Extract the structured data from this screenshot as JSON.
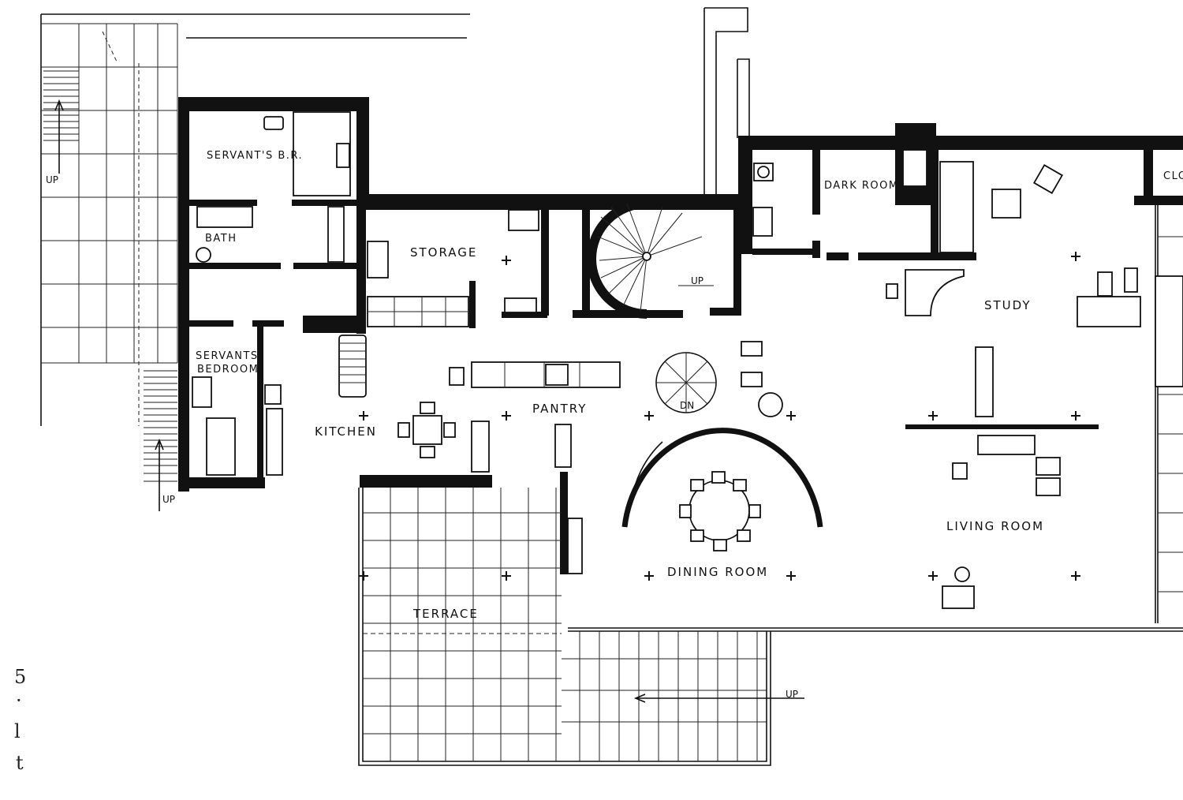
{
  "rooms": {
    "servants_br": "SERVANT'S B.R.",
    "bath": "BATH",
    "servants_bedroom_1": "SERVANTS",
    "servants_bedroom_2": "BEDROOM",
    "storage": "STORAGE",
    "kitchen": "KITCHEN",
    "pantry": "PANTRY",
    "dark_room": "DARK ROOM",
    "clo": "CLO",
    "study": "STUDY",
    "living_room": "LIVING ROOM",
    "dining_room": "DINING ROOM",
    "terrace": "TERRACE"
  },
  "stair_marks": {
    "up_left": "UP",
    "up_hall": "UP",
    "up_terrace": "UP",
    "up_top_left": "UP",
    "dn_spiral": "DN"
  },
  "margin_chars": [
    "5",
    "·",
    "l",
    "t"
  ]
}
